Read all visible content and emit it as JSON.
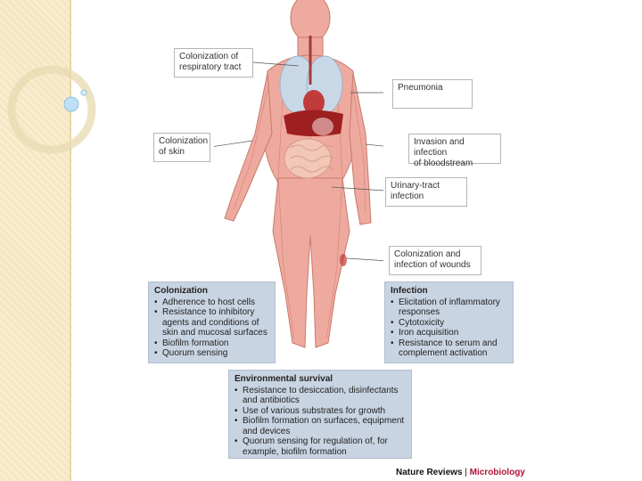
{
  "labels": {
    "respiratory": "Colonization of\nrespiratory tract",
    "pneumonia": "Pneumonia",
    "skin": "Colonization\nof skin",
    "bloodstream": "Invasion and infection\nof bloodstream",
    "urinary": "Urinary-tract\ninfection",
    "wounds": "Colonization and\ninfection of wounds"
  },
  "colonization": {
    "title": "Colonization",
    "items": [
      "Adherence to host cells",
      "Resistance to inhibitory agents and conditions of skin and mucosal surfaces",
      "Biofilm formation",
      "Quorum sensing"
    ]
  },
  "infection": {
    "title": "Infection",
    "items": [
      "Elicitation of inflammatory responses",
      "Cytotoxicity",
      "Iron acquisition",
      "Resistance to serum and complement activation"
    ]
  },
  "environmental": {
    "title": "Environmental survival",
    "items": [
      "Resistance to desiccation, disinfectants and antibiotics",
      "Use of various substrates for growth",
      "Biofilm formation on surfaces, equipment and devices",
      "Quorum sensing for regulation of, for example, biofilm formation"
    ]
  },
  "credit": {
    "publisher": "Nature Reviews",
    "separator": " | ",
    "journal": "Microbiology"
  },
  "colors": {
    "body": "#eeaa9f",
    "panel": "#c9d4e2",
    "sidebar": "#f6e7c2",
    "journal": "#b0123a"
  }
}
